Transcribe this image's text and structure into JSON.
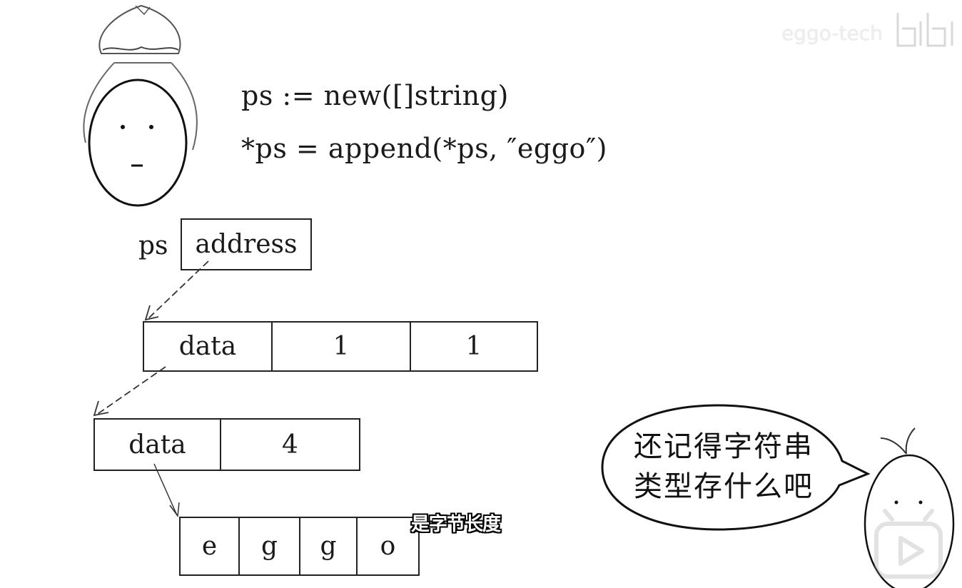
{
  "watermark": {
    "channel": "eggo-tech",
    "brand": "bilibili"
  },
  "code": {
    "line1": "ps := new([]string)",
    "line2": "*ps = append(*ps, ″eggo″)"
  },
  "diagram": {
    "ps_label": "ps",
    "ps_value": "address",
    "slice_header": [
      "data",
      "1",
      "1"
    ],
    "string_header": [
      "data",
      "4"
    ],
    "bytes": [
      "e",
      "g",
      "g",
      "o"
    ]
  },
  "subtitle": "是字节长度",
  "speech_bubble": {
    "line1": "还记得字符串",
    "line2": "类型存什么吧"
  }
}
